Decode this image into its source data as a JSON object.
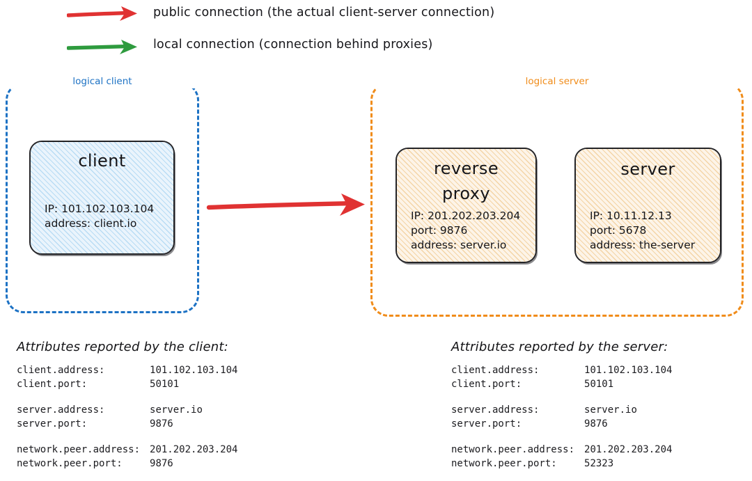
{
  "legend": {
    "items": [
      {
        "icon": "red-arrow-icon",
        "color": "#e03232",
        "label": "public connection (the actual client-server connection)"
      },
      {
        "icon": "green-arrow-icon",
        "color": "#2e9b3e",
        "label": "local connection (connection behind proxies)"
      }
    ]
  },
  "diagram": {
    "connection_arrow": {
      "name": "public-connection-arrow",
      "color": "#e03232",
      "from": "client",
      "to": "reverse proxy"
    },
    "groups": [
      {
        "id": "logical-client",
        "title": "logical client",
        "color": "#1d72c4",
        "nodes": [
          {
            "id": "client",
            "title": "client",
            "lines": [
              "IP: 101.102.103.104",
              "address: client.io"
            ]
          }
        ]
      },
      {
        "id": "logical-server",
        "title": "logical server",
        "color": "#f08c1a",
        "nodes": [
          {
            "id": "reverse-proxy",
            "title_line1": "reverse",
            "title_line2": "proxy",
            "lines": [
              "IP: 201.202.203.204",
              "port: 9876",
              "address: server.io"
            ]
          },
          {
            "id": "server",
            "title": "server",
            "lines": [
              "IP: 10.11.12.13",
              "port: 5678",
              "address: the-server"
            ]
          }
        ]
      }
    ]
  },
  "attributes": {
    "client_report": {
      "heading": "Attributes reported by the client:",
      "groups": [
        [
          {
            "key": "client.address:",
            "value": "101.102.103.104"
          },
          {
            "key": "client.port:",
            "value": "50101"
          }
        ],
        [
          {
            "key": "server.address:",
            "value": "server.io"
          },
          {
            "key": "server.port:",
            "value": "9876"
          }
        ],
        [
          {
            "key": "network.peer.address:",
            "value": "201.202.203.204"
          },
          {
            "key": "network.peer.port:",
            "value": "9876"
          }
        ]
      ]
    },
    "server_report": {
      "heading": "Attributes reported by the server:",
      "groups": [
        [
          {
            "key": "client.address:",
            "value": "101.102.103.104"
          },
          {
            "key": "client.port:",
            "value": "50101"
          }
        ],
        [
          {
            "key": "server.address:",
            "value": "server.io"
          },
          {
            "key": "server.port:",
            "value": "9876"
          }
        ],
        [
          {
            "key": "network.peer.address:",
            "value": "201.202.203.204"
          },
          {
            "key": "network.peer.port:",
            "value": "52323"
          }
        ]
      ]
    }
  }
}
